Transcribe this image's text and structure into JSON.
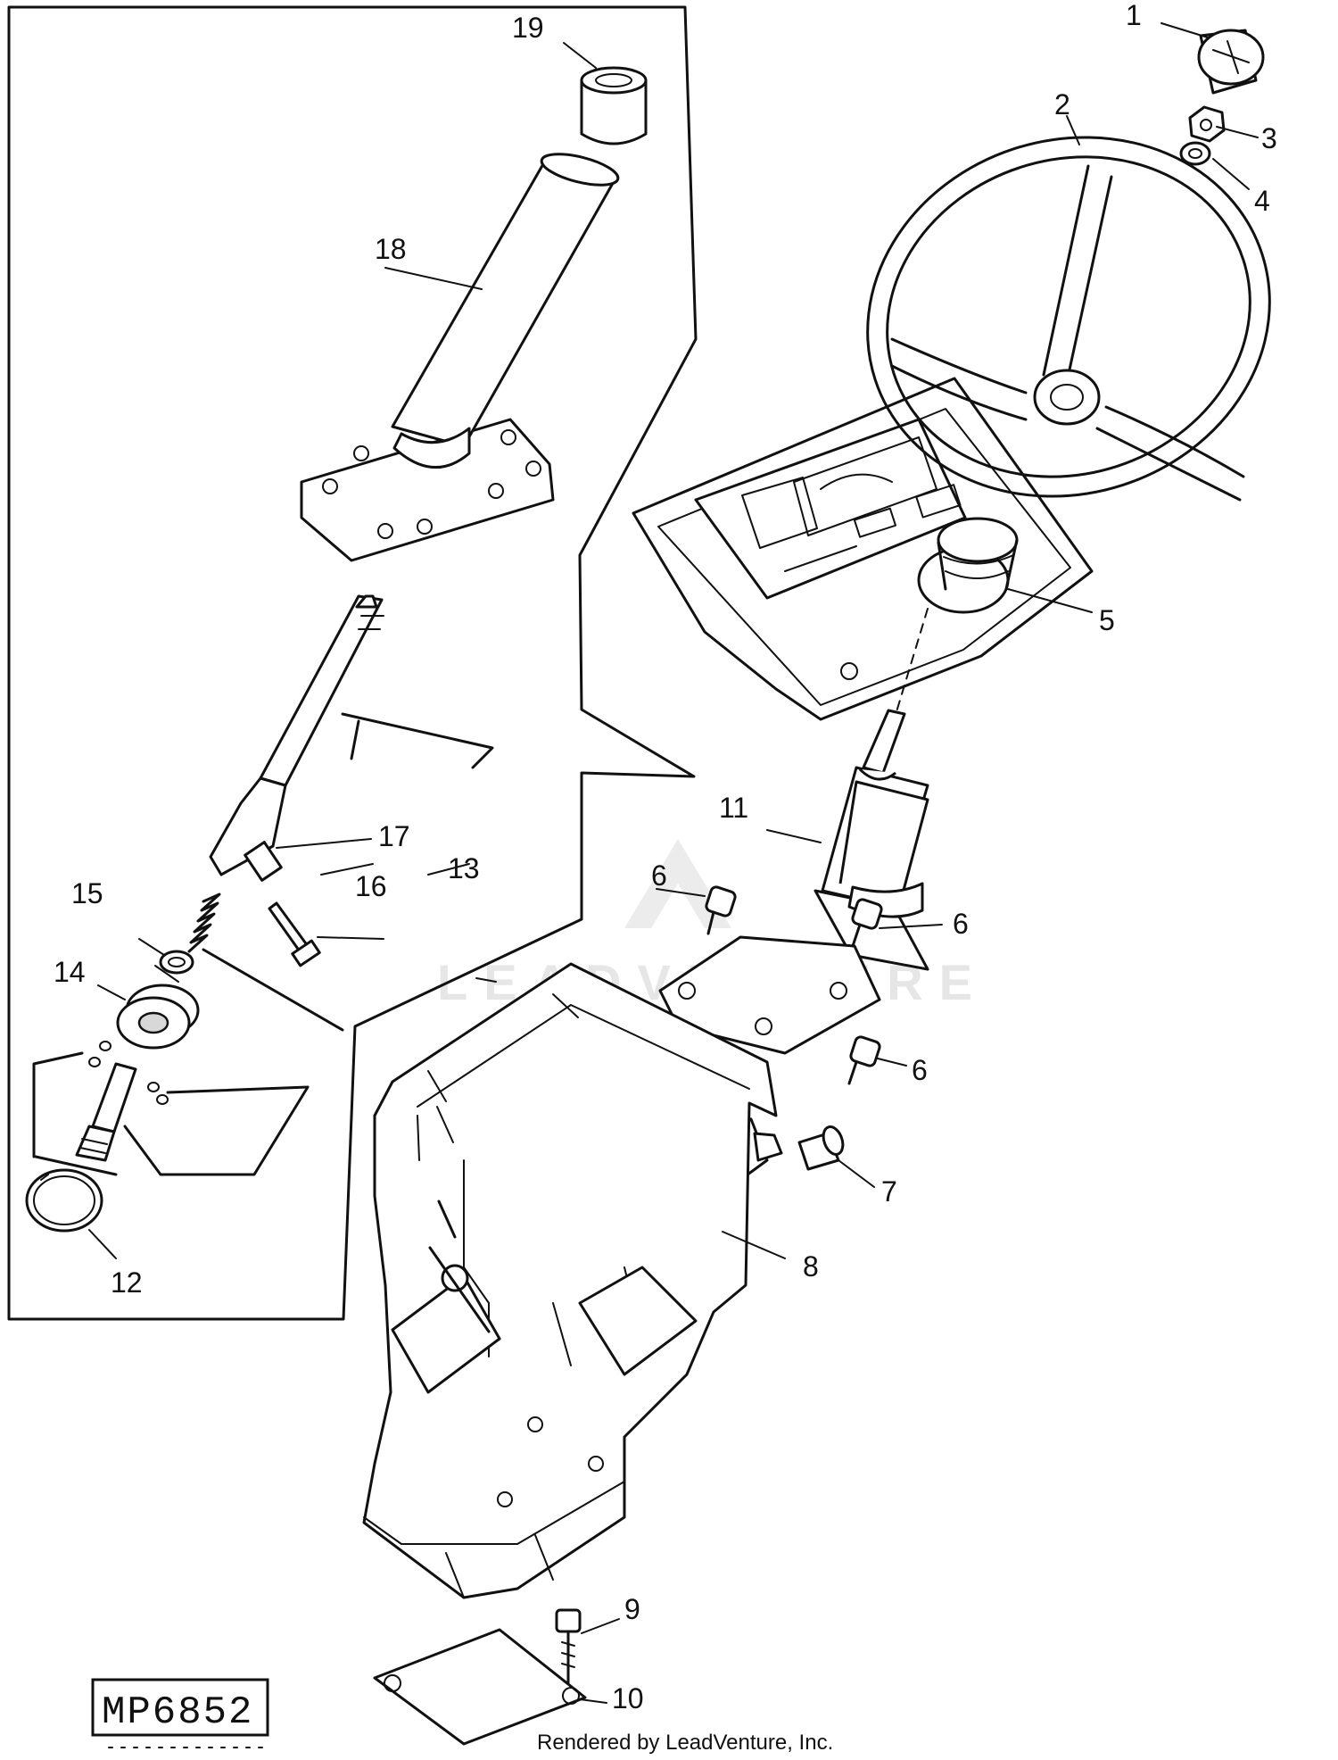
{
  "diagram": {
    "callouts": [
      "1",
      "2",
      "3",
      "4",
      "5",
      "6",
      "6",
      "6",
      "7",
      "8",
      "9",
      "10",
      "11",
      "12",
      "13",
      "14",
      "15",
      "16",
      "17",
      "18",
      "19"
    ],
    "part_code": "MP6852",
    "footer": "Rendered by LeadVenture, Inc.",
    "watermark": "LEADVENTURE"
  }
}
